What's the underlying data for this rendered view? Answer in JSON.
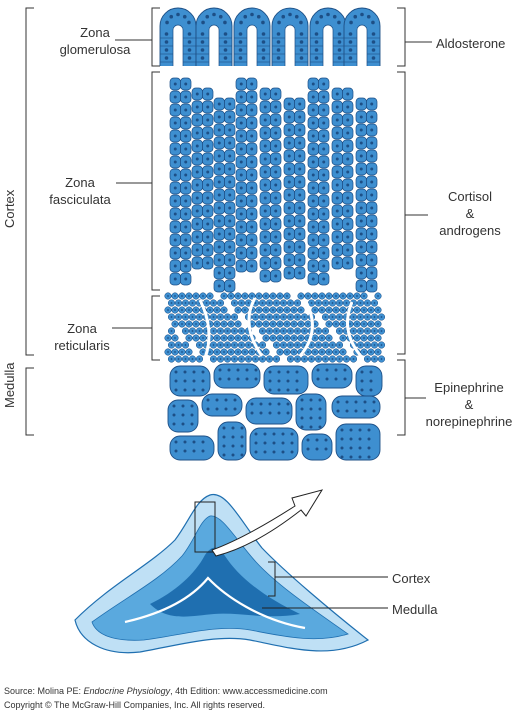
{
  "regions": {
    "cortex": "Cortex",
    "medulla": "Medulla"
  },
  "zones": {
    "glomerulosa": [
      "Zona",
      "glomerulosa"
    ],
    "fasciculata": [
      "Zona",
      "fasciculata"
    ],
    "reticularis": [
      "Zona",
      "reticularis"
    ]
  },
  "hormones": {
    "glomerulosa": "Aldosterone",
    "fasciculata": [
      "Cortisol",
      "&",
      "androgens"
    ],
    "medulla": [
      "Epinephrine",
      "&",
      "norepinephrine"
    ]
  },
  "gland": {
    "cortex_label": "Cortex",
    "medulla_label": "Medulla"
  },
  "source": {
    "prefix": "Source: Molina PE: ",
    "book": "Endocrine Physiology",
    "suffix": ", 4th Edition: www.accessmedicine.com",
    "copyright": "Copyright © The McGraw-Hill Companies, Inc. All rights reserved."
  },
  "colors": {
    "cell_fill": "#3e8fd0",
    "cell_stroke": "#1d4f86",
    "nucleus": "#1d4f86",
    "gland_light": "#bfe0f5",
    "gland_mid": "#5aa9de",
    "gland_dark": "#1f6fb0",
    "line": "#333333"
  }
}
